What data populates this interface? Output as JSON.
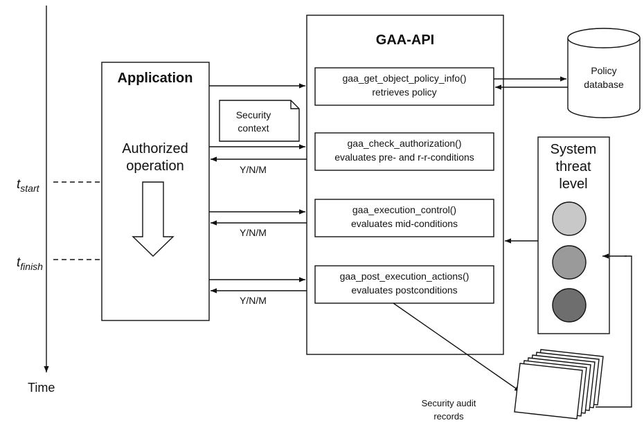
{
  "time_label": "Time",
  "t_start": {
    "base": "t",
    "sub": "start"
  },
  "t_finish": {
    "base": "t",
    "sub": "finish"
  },
  "application": {
    "title": "Application",
    "line1": "Authorized",
    "line2": "operation"
  },
  "security_context": {
    "line1": "Security",
    "line2": "context"
  },
  "gaa_api": {
    "title": "GAA-API"
  },
  "functions": [
    {
      "name": "gaa_get_object_policy_info()",
      "desc": "retrieves policy"
    },
    {
      "name": "gaa_check_authorization()",
      "desc": "evaluates pre- and r-r-conditions"
    },
    {
      "name": "gaa_execution_control()",
      "desc": "evaluates mid-conditions"
    },
    {
      "name": "gaa_post_execution_actions()",
      "desc": "evaluates postconditions"
    }
  ],
  "response_label": "Y/N/M",
  "policy_db": {
    "line1": "Policy",
    "line2": "database"
  },
  "threat": {
    "line1": "System",
    "line2": "threat",
    "line3": "level"
  },
  "threat_colors": [
    "#c8c8c8",
    "#9a9a9a",
    "#6e6e6e"
  ],
  "audit": {
    "line1": "Security audit",
    "line2": "records"
  }
}
